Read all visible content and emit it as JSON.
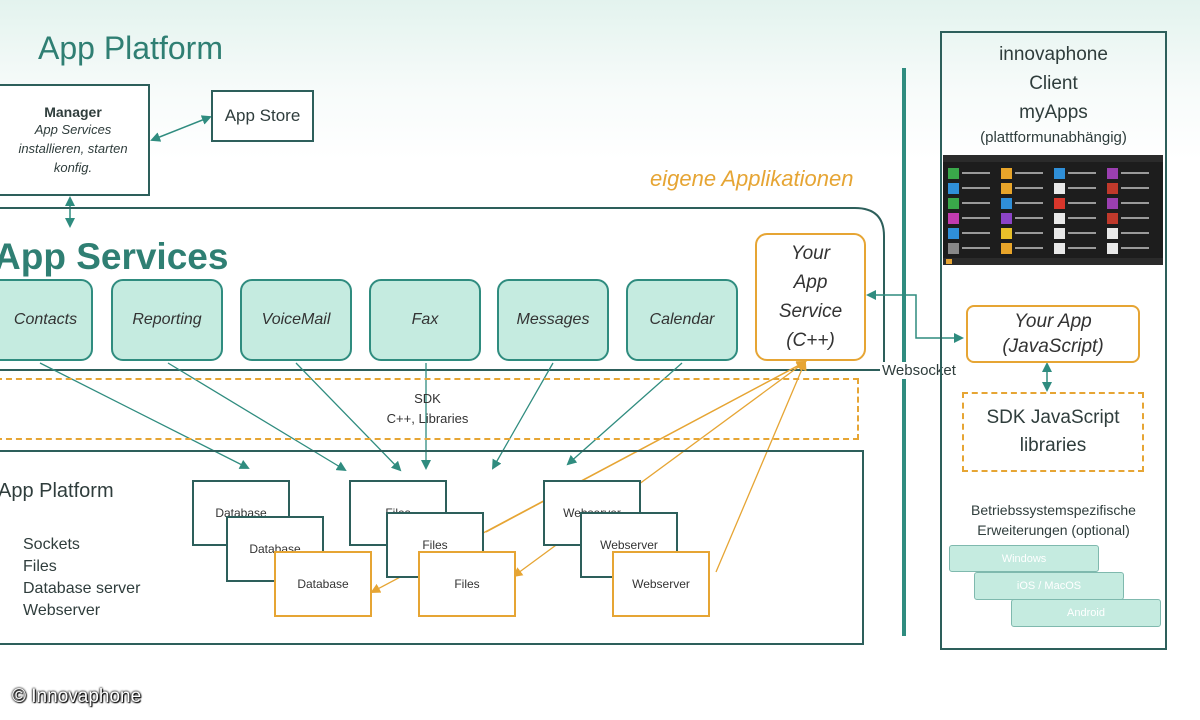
{
  "header": {
    "title": "App Platform"
  },
  "manager": {
    "title": "Manager",
    "line1": "App Services",
    "line2": "installieren, starten",
    "line3": "konfig."
  },
  "app_store": {
    "label": "App Store"
  },
  "eigene": {
    "label": "eigene Applikationen"
  },
  "app_services": {
    "title": "App Services",
    "services": [
      "Contacts",
      "Reporting",
      "VoiceMail",
      "Fax",
      "Messages",
      "Calendar"
    ]
  },
  "your_service": {
    "line1": "Your",
    "line2": "App",
    "line3": "Service",
    "line4": "(C++)"
  },
  "sdk": {
    "line1": "SDK",
    "line2": "C++, Libraries"
  },
  "websocket": {
    "label": "Websocket"
  },
  "platform": {
    "title": "App Platform",
    "items": [
      "Sockets",
      "Files",
      "Database server",
      "Webserver"
    ]
  },
  "stacks": {
    "database": [
      "Database",
      "Database",
      "Database"
    ],
    "files": [
      "Files",
      "Files",
      "Files"
    ],
    "webserver": [
      "Webserver",
      "Webserver",
      "Webserver"
    ]
  },
  "client": {
    "line1": "innovaphone",
    "line2": "Client",
    "line3": "myApps",
    "line4": "(plattformunabhängig)"
  },
  "your_app": {
    "line1": "Your App",
    "line2": "(JavaScript)"
  },
  "sdk_js": {
    "line1": "SDK JavaScript",
    "line2": "libraries"
  },
  "betrieb": {
    "line1": "Betriebssystemspezifische",
    "line2": "Erweiterungen (optional)"
  },
  "os": [
    "Windows",
    "iOS / MacOS",
    "Android"
  ],
  "copyright": "© Innovaphone",
  "colors": {
    "teal": "#2f8c7f",
    "dark": "#2d5f5b",
    "orange": "#e6a534",
    "mint": "#c5ebe0"
  }
}
